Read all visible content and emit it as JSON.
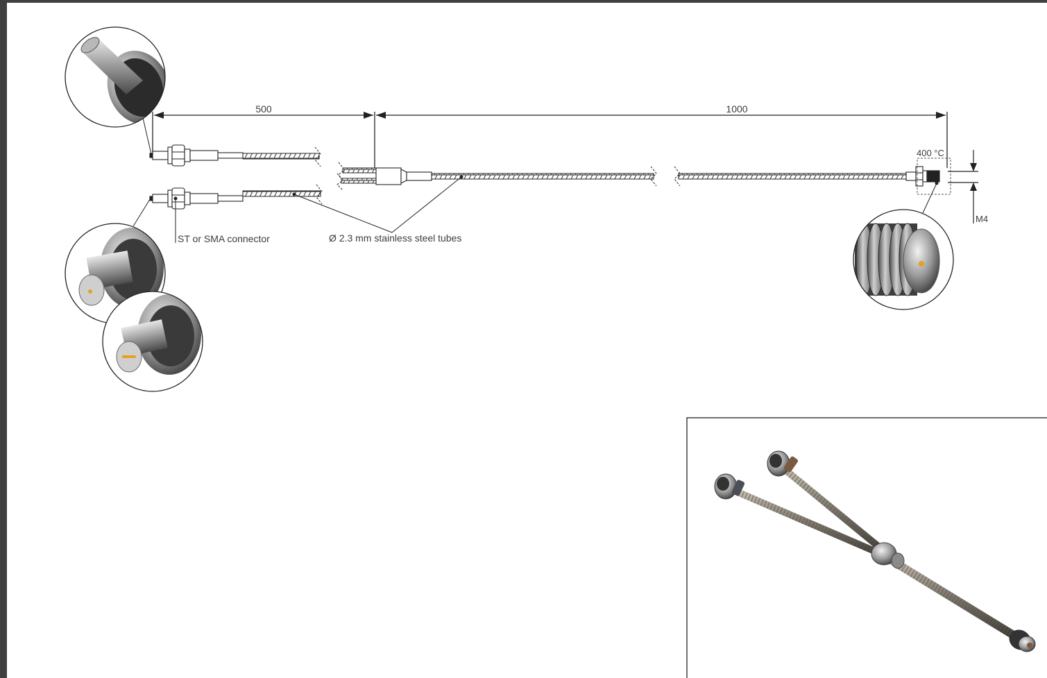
{
  "dimensions": {
    "split_length": "500",
    "common_length": "1000"
  },
  "labels": {
    "temperature": "400 °C",
    "thread": "M4",
    "connector": "ST or SMA connector",
    "tubes": "Ø 2.3 mm stainless steel tubes"
  },
  "colors": {
    "steel": "#8a8a8a",
    "dark_steel": "#555555",
    "fiber_core": "#e8a020",
    "background": "#ffffff",
    "frame": "#3f3f3f"
  }
}
